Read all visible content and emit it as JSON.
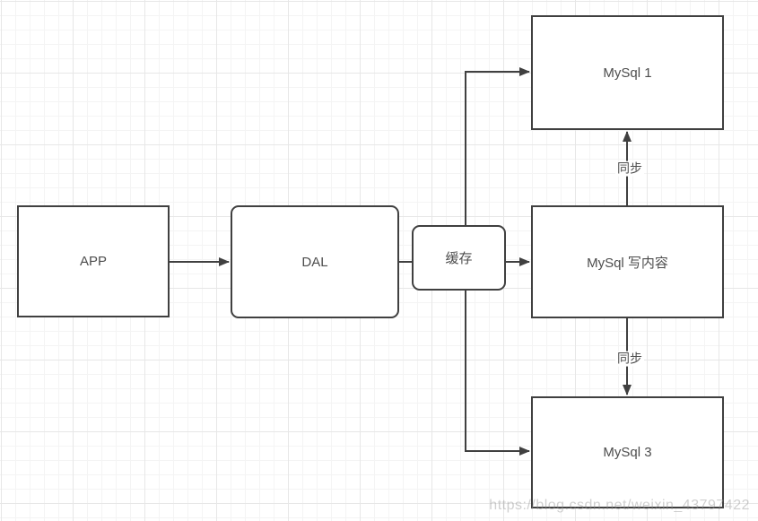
{
  "diagram": {
    "nodes": {
      "app": {
        "label": "APP",
        "shape": "rectangle"
      },
      "dal": {
        "label": "DAL",
        "shape": "rounded-rectangle"
      },
      "cache": {
        "label": "缓存",
        "shape": "rounded-rectangle"
      },
      "mysql1": {
        "label": "MySql 1",
        "shape": "rectangle"
      },
      "mysql_write": {
        "label": "MySql 写内容",
        "shape": "rectangle"
      },
      "mysql3": {
        "label": "MySql 3",
        "shape": "rectangle"
      }
    },
    "edges": {
      "app_to_dal": {
        "from": "app",
        "to": "dal",
        "arrow": true,
        "label": ""
      },
      "dal_to_cache": {
        "from": "dal",
        "to": "cache",
        "arrow": false,
        "label": ""
      },
      "cache_to_mysql_write": {
        "from": "cache",
        "to": "mysql_write",
        "arrow": true,
        "label": ""
      },
      "cache_to_mysql1": {
        "from": "cache",
        "to": "mysql1",
        "arrow": true,
        "label": ""
      },
      "cache_to_mysql3": {
        "from": "cache",
        "to": "mysql3",
        "arrow": true,
        "label": ""
      },
      "sync_up": {
        "from": "mysql_write",
        "to": "mysql1",
        "arrow": true,
        "label": "同步"
      },
      "sync_down": {
        "from": "mysql_write",
        "to": "mysql3",
        "arrow": true,
        "label": "同步"
      }
    },
    "colors": {
      "stroke": "#404040",
      "node_fill": "#ffffff",
      "text": "#4d4d4d",
      "grid_minor": "#f4f4f4",
      "grid_major": "#e7e7e7",
      "watermark": "#c9c9c9"
    }
  },
  "watermark": {
    "text": "https://blog.csdn.net/weixin_43797422"
  }
}
